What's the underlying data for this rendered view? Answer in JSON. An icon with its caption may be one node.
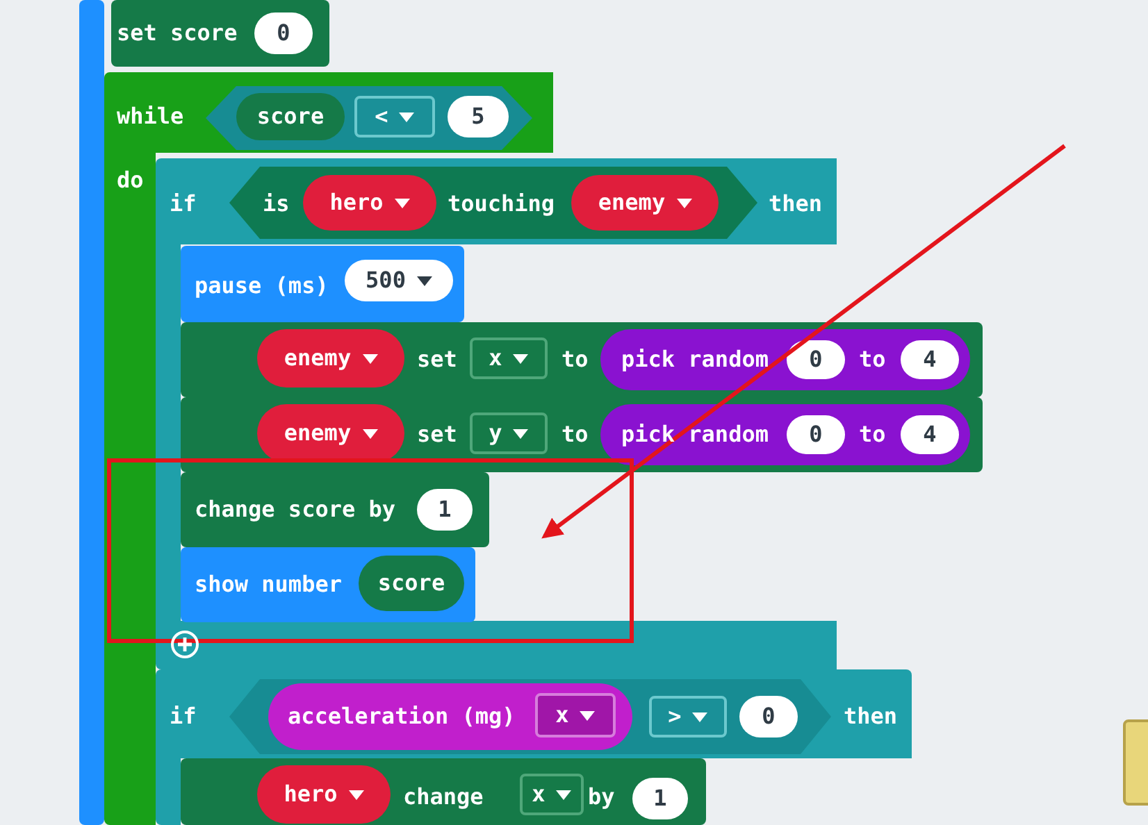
{
  "diagram": {
    "nodes": [
      {
        "text": [
          "set score"
        ]
      },
      {
        "text": [
          "0"
        ],
        "in": 0
      },
      {
        "text": [
          "while",
          "do"
        ]
      },
      {
        "text": [],
        "shape": "hexagon",
        "in": 2
      },
      {
        "text": [
          "score"
        ],
        "in": 3
      },
      {
        "text": [
          "<"
        ],
        "in": 3
      },
      {
        "text": [
          "5"
        ],
        "in": 3
      },
      {
        "text": [
          "if",
          "then"
        ],
        "in": 2
      },
      {
        "text": [
          "is",
          "touching"
        ],
        "in": 7
      },
      {
        "text": [
          "hero"
        ],
        "in": 8
      },
      {
        "text": [
          "enemy"
        ],
        "in": 8
      },
      {
        "text": [
          "pause (ms)"
        ],
        "in": 7
      },
      {
        "text": [
          "500"
        ],
        "in": 11
      },
      {
        "text": [
          "set",
          "to"
        ],
        "in": 7
      },
      {
        "text": [
          "enemy"
        ],
        "in": 13
      },
      {
        "text": [
          "x"
        ],
        "in": 13
      },
      {
        "text": [
          "pick random",
          "to"
        ],
        "in": 13
      },
      {
        "text": [
          "0"
        ],
        "in": 16
      },
      {
        "text": [
          "4"
        ],
        "in": 16
      },
      {
        "text": [
          "set",
          "to"
        ],
        "in": 7
      },
      {
        "text": [
          "enemy"
        ],
        "in": 19
      },
      {
        "text": [
          "y"
        ],
        "in": 19
      },
      {
        "text": [
          "pick random",
          "to"
        ],
        "in": 19
      },
      {
        "text": [
          "0"
        ],
        "in": 22
      },
      {
        "text": [
          "4"
        ],
        "in": 22
      },
      {
        "text": [],
        "shape": "box",
        "in": 2
      },
      {
        "text": [
          "change score by"
        ],
        "in": 25
      },
      {
        "text": [
          "1"
        ],
        "in": 26
      },
      {
        "text": [
          "show number"
        ],
        "in": 25
      },
      {
        "text": [
          "score"
        ],
        "in": 28
      },
      {
        "text": [
          "if",
          "then"
        ],
        "in": 2
      },
      {
        "text": [],
        "shape": "hexagon",
        "in": 30
      },
      {
        "text": [
          "acceleration (mg)"
        ],
        "in": 31
      },
      {
        "text": [
          "x"
        ],
        "in": 32
      },
      {
        "text": [
          ">"
        ],
        "in": 31
      },
      {
        "text": [
          "0"
        ],
        "in": 31
      },
      {
        "text": [
          "change",
          "by"
        ],
        "in": 30
      },
      {
        "text": [
          "hero"
        ],
        "in": 36
      },
      {
        "text": [
          "x"
        ],
        "in": 36
      },
      {
        "text": [
          "1"
        ],
        "in": 36
      },
      {
        "text": [],
        "shape": "bar"
      }
    ],
    "edges": [
      {
        "from": null,
        "to": 25,
        "arrow": "to"
      }
    ]
  }
}
